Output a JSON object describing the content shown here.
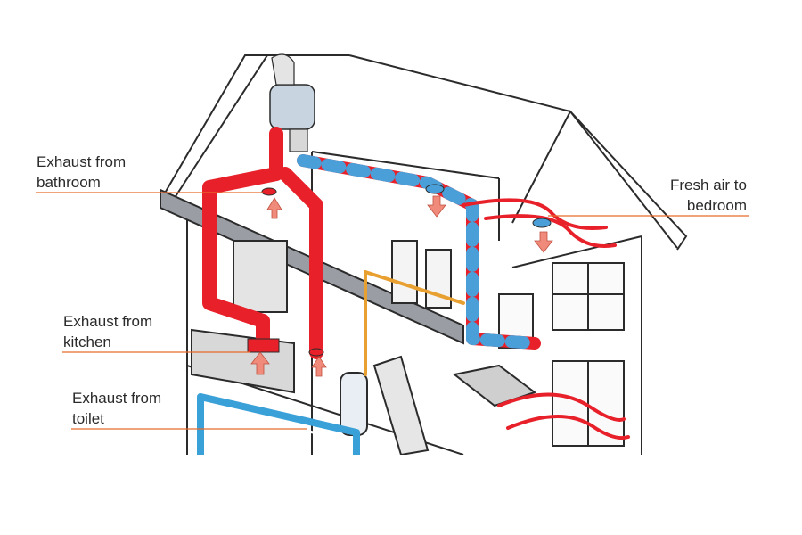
{
  "labels": {
    "bathroom": [
      "Exhaust from",
      "bathroom"
    ],
    "kitchen": [
      "Exhaust from",
      "kitchen"
    ],
    "toilet": [
      "Exhaust from",
      "toilet"
    ],
    "bedroom": [
      "Fresh air to",
      "bedroom"
    ]
  },
  "colors": {
    "supply_duct": "#e8202a",
    "return_stripe": "#4a9fd8",
    "leader_line": "#e86a2a",
    "outline": "#2b2b2b",
    "water_pipe": "#3aa0d8",
    "hot_pipe": "#e8a030"
  }
}
